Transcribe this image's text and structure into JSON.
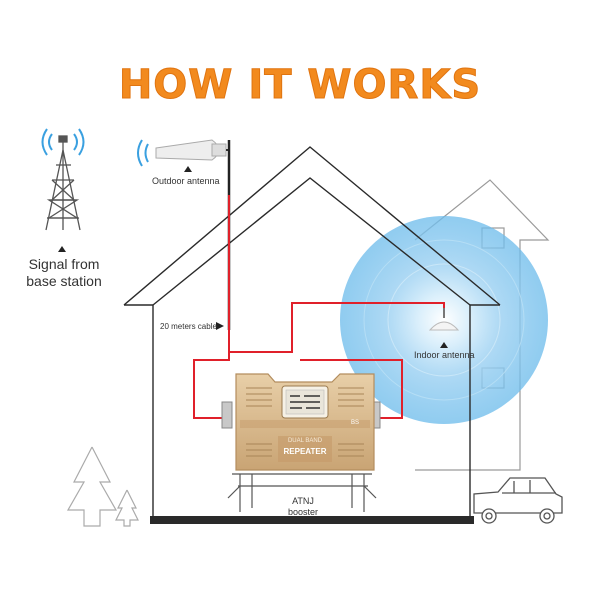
{
  "title": "HOW IT WORKS",
  "labels": {
    "signal_line1": "Signal from",
    "signal_line2": "base station",
    "outdoor_antenna": "Outdoor antenna",
    "cable": "20 meters cable",
    "indoor_antenna": "Indoor antenna",
    "booster_line1": "ATNJ",
    "booster_line2": "booster"
  },
  "repeater": {
    "brand": "DUAL BAND",
    "name": "REPEATER",
    "port_label": "BS"
  },
  "colors": {
    "title": "#f28a1e",
    "cable": "#e0202a",
    "signal": "#3aa0e0",
    "repeater": "#d9b98d",
    "house_line": "#2a2a2a"
  },
  "icons": [
    "cell-tower-icon",
    "outdoor-antenna-icon",
    "indoor-antenna-icon",
    "car-icon",
    "tree-icon"
  ]
}
